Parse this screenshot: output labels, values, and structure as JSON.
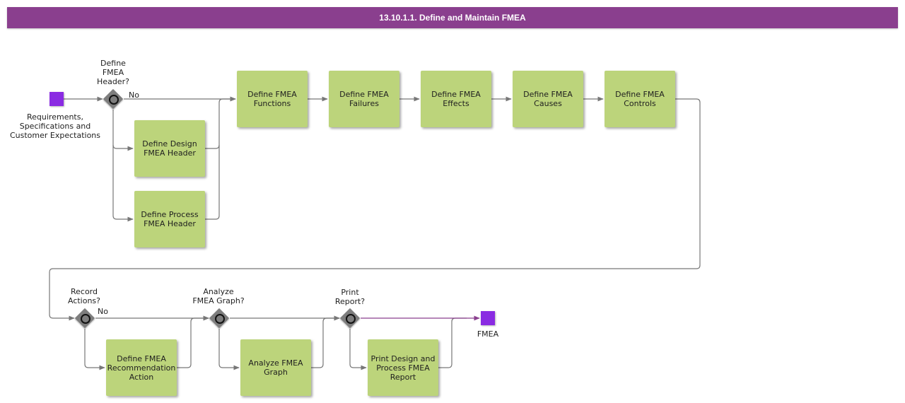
{
  "title": "13.10.1.1. Define and Maintain FMEA",
  "colors": {
    "title_bar": "#8a3f8e",
    "task_fill": "#bcd47b",
    "event_fill": "#8a2be2",
    "gateway_fill": "#7d7d7d",
    "connector": "#777777",
    "end_connector": "#8a3f8e"
  },
  "events": {
    "start_label": "Requirements,\nSpecifications and\nCustomer Expectations",
    "end_label": "FMEA"
  },
  "gateways": {
    "header": {
      "question": "Define\nFMEA\nHeader?",
      "no_label": "No"
    },
    "record": {
      "question": "Record\nActions?",
      "no_label": "No"
    },
    "analyze": {
      "question": "Analyze\nFMEA Graph?"
    },
    "print": {
      "question": "Print\nReport?"
    }
  },
  "tasks": {
    "design_header": "Define Design\nFMEA Header",
    "process_header": "Define Process\nFMEA Header",
    "functions": "Define FMEA\nFunctions",
    "failures": "Define FMEA\nFailures",
    "effects": "Define FMEA\nEffects",
    "causes": "Define FMEA\nCauses",
    "controls": "Define FMEA\nControls",
    "recommendation": "Define FMEA\nRecommendation\nAction",
    "analyze_graph": "Analyze FMEA\nGraph",
    "print_report": "Print Design and\nProcess FMEA\nReport"
  }
}
